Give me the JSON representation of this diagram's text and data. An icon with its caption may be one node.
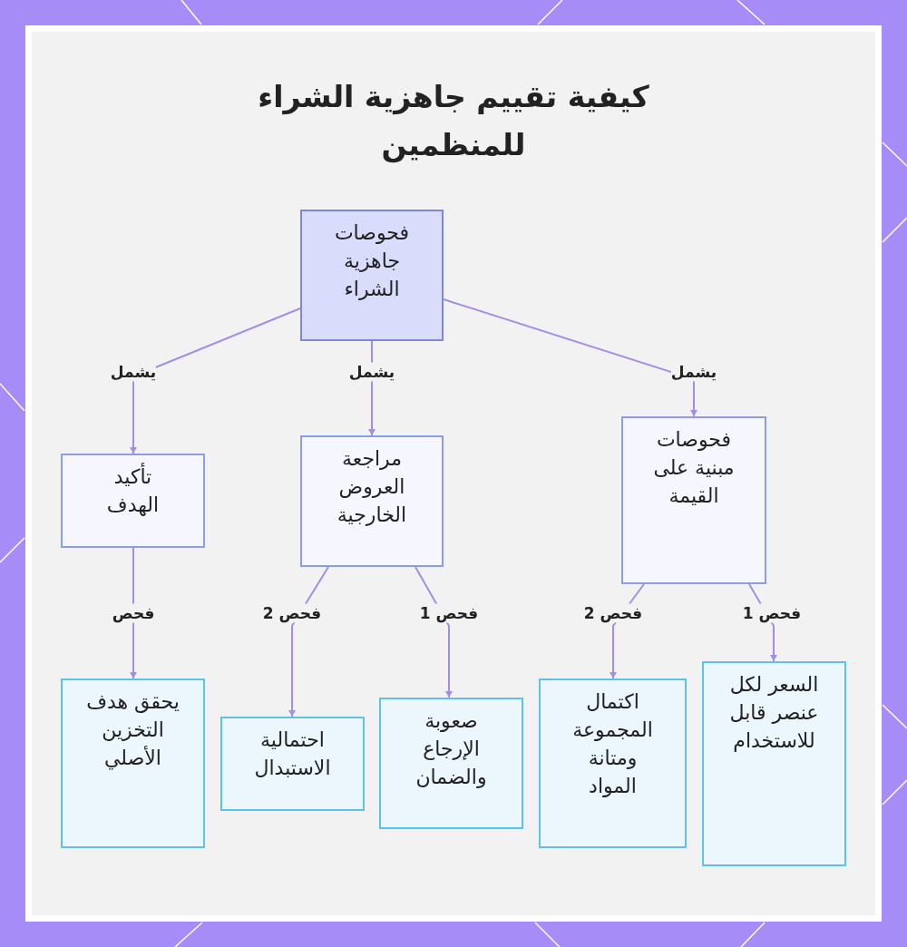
{
  "diagram": {
    "title": "كيفية تقييم جاهزية الشراء للمنظمين",
    "nodes": [
      {
        "text": [
          "فحوصات جاهزية الشراء"
        ]
      },
      {
        "text": [
          "فحوصات مبنية على القيمة"
        ]
      },
      {
        "text": [
          "مراجعة العروض الخارجية"
        ]
      },
      {
        "text": [
          "تأكيد الهدف"
        ]
      },
      {
        "text": [
          "السعر لكل عنصر قابل للاستخدام"
        ]
      },
      {
        "text": [
          "اكتمال المجموعة ومتانة المواد"
        ]
      },
      {
        "text": [
          "صعوبة الإرجاع والضمان"
        ]
      },
      {
        "text": [
          "احتمالية الاستبدال"
        ]
      },
      {
        "text": [
          "يحقق هدف التخزين الأصلي"
        ]
      }
    ],
    "edges": [
      {
        "from": 0,
        "to": 1,
        "arrow": "to",
        "label": "يشمل"
      },
      {
        "from": 0,
        "to": 2,
        "arrow": "to",
        "label": "يشمل"
      },
      {
        "from": 0,
        "to": 3,
        "arrow": "to",
        "label": "يشمل"
      },
      {
        "from": 1,
        "to": 4,
        "arrow": "to",
        "label": "فحص 1"
      },
      {
        "from": 1,
        "to": 5,
        "arrow": "to",
        "label": "فحص 2"
      },
      {
        "from": 2,
        "to": 6,
        "arrow": "to",
        "label": "فحص 1"
      },
      {
        "from": 2,
        "to": 7,
        "arrow": "to",
        "label": "فحص 2"
      },
      {
        "from": 3,
        "to": 8,
        "arrow": "to",
        "label": "فحص"
      }
    ]
  }
}
